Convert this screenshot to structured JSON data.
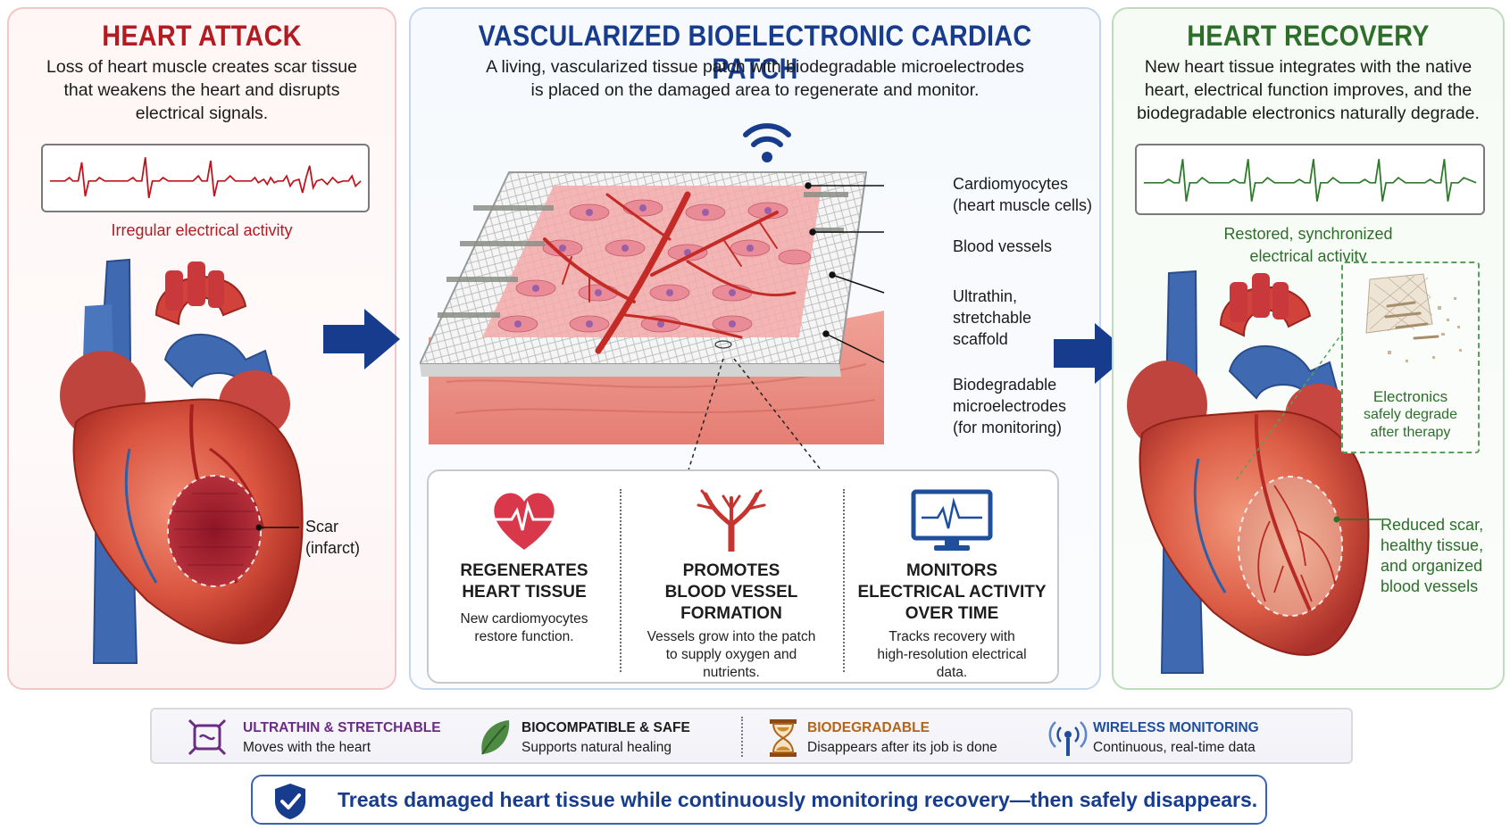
{
  "left": {
    "title": "HEART ATTACK",
    "description": [
      "Loss of heart muscle creates scar tissue",
      "that weakens the heart and disrupts",
      "electrical signals."
    ],
    "ecg_caption": "Irregular electrical activity",
    "scar_label": [
      "Scar",
      "(infarct)"
    ],
    "accent": "#b31b22"
  },
  "middle": {
    "title": "VASCULARIZED BIOELECTRONIC CARDIAC PATCH",
    "description": [
      "A living, vascularized tissue patch with biodegradable microelectrodes",
      "is placed on the damaged area to regenerate and monitor."
    ],
    "callouts": [
      [
        "Cardiomyocytes",
        "(heart muscle cells)"
      ],
      [
        "Blood vessels"
      ],
      [
        "Ultrathin,",
        "stretchable",
        "scaffold"
      ],
      [
        "Biodegradable",
        "microelectrodes",
        "(for monitoring)"
      ]
    ],
    "features": [
      {
        "icon": "heart-ecg-icon",
        "title": [
          "REGENERATES",
          "HEART TISSUE"
        ],
        "text": [
          "New cardiomyocytes",
          "restore function."
        ]
      },
      {
        "icon": "blood-vessel-icon",
        "title": [
          "PROMOTES",
          "BLOOD VESSEL",
          "FORMATION"
        ],
        "text": [
          "Vessels grow into the patch",
          "to supply oxygen and",
          "nutrients."
        ]
      },
      {
        "icon": "monitor-icon",
        "title": [
          "MONITORS",
          "ELECTRICAL ACTIVITY",
          "OVER TIME"
        ],
        "text": [
          "Tracks recovery with",
          "high-resolution electrical",
          "data."
        ]
      }
    ],
    "accent": "#173c8d"
  },
  "right": {
    "title": "HEART RECOVERY",
    "description": [
      "New heart tissue integrates with the native",
      "heart, electrical function improves, and the",
      "biodegradable electronics naturally degrade."
    ],
    "ecg_caption": [
      "Restored, synchronized",
      "electrical activity"
    ],
    "degrade_label": [
      "Electronics",
      "safely degrade",
      "after therapy"
    ],
    "recovery_label": [
      "Reduced scar,",
      "healthy tissue,",
      "and organized",
      "blood vessels"
    ],
    "accent": "#2d6e2a"
  },
  "properties": [
    {
      "icon": "stretch-icon",
      "title": "ULTRATHIN & STRETCHABLE",
      "subtitle": "Moves with the heart",
      "color": "#6b2c83"
    },
    {
      "icon": "leaf-icon",
      "title": "BIOCOMPATIBLE & SAFE",
      "subtitle": "Supports natural healing",
      "color": "#1d1d1d"
    },
    {
      "icon": "hourglass-icon",
      "title": "BIODEGRADABLE",
      "subtitle": "Disappears after its job is done",
      "color": "#b0651a"
    },
    {
      "icon": "wireless-icon",
      "title": "WIRELESS MONITORING",
      "subtitle": "Continuous, real-time data",
      "color": "#1f4f9c"
    }
  ],
  "summary": "Treats damaged heart tissue while continuously monitoring recovery—then safely disappears."
}
